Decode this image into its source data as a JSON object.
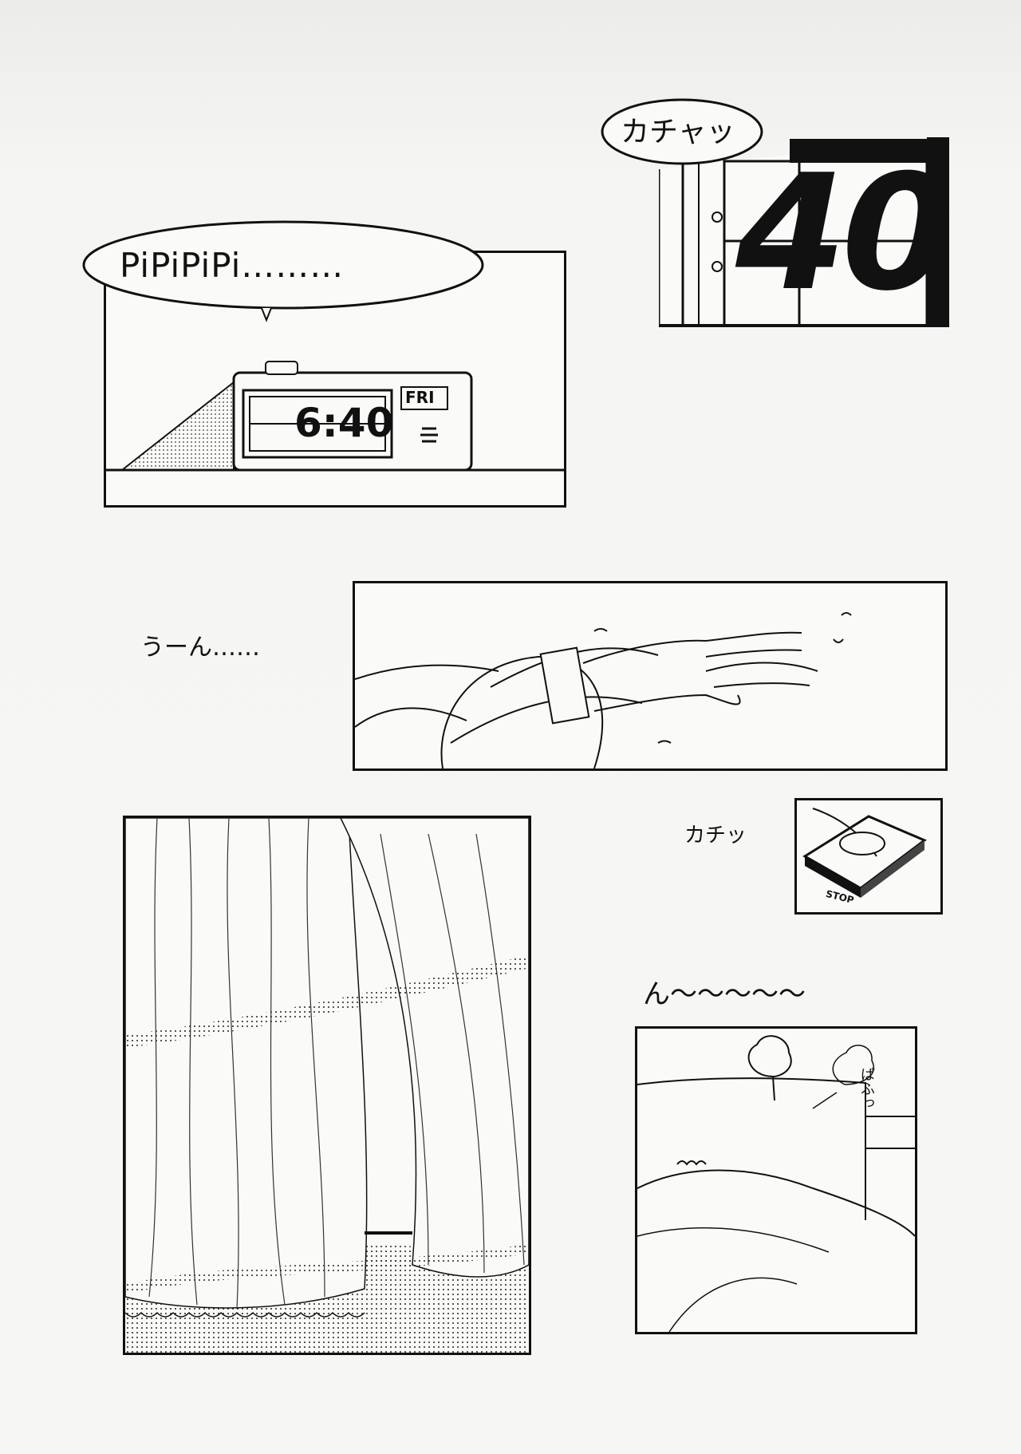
{
  "sfx": {
    "flip": "カチャッ",
    "alarm": "PiPiPiPi………",
    "groan": "うーん……",
    "click": "カチッ",
    "hmm": "ん〜〜〜〜〜",
    "puff": "ぱふっ"
  },
  "clock": {
    "flip_minutes": "40",
    "time": "6:40",
    "day": "FRI",
    "button_label": "STOP"
  }
}
